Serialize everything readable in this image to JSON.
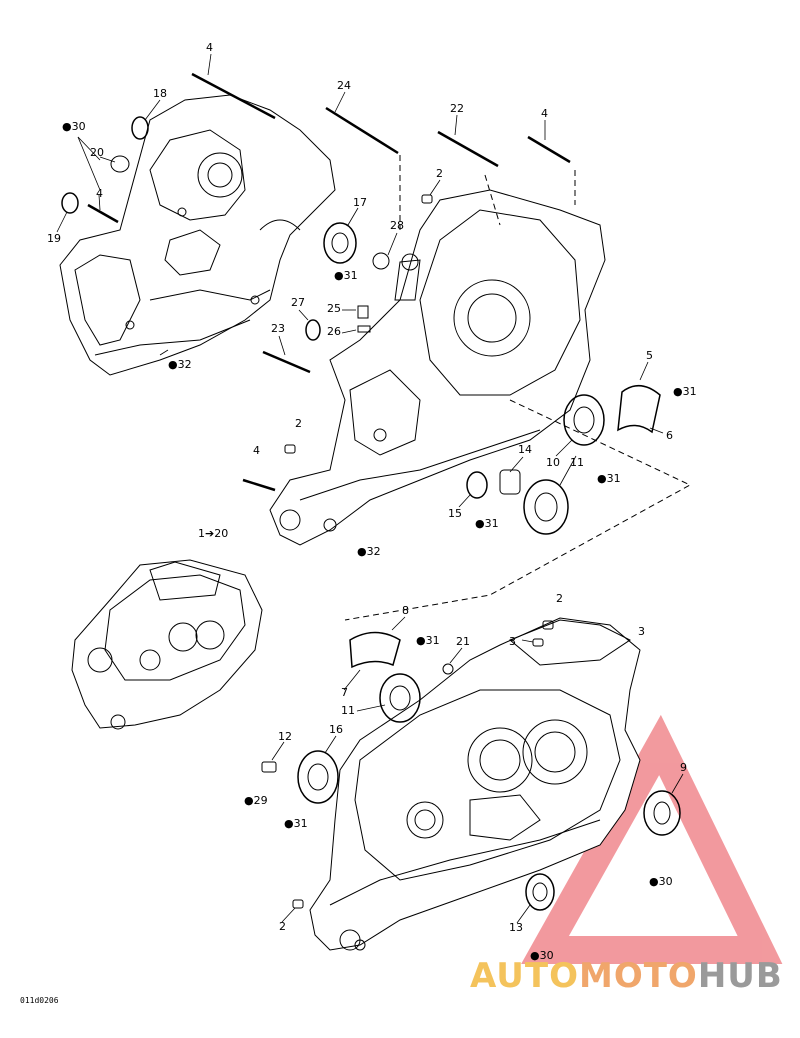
{
  "diagram": {
    "reference_code": "011d0206",
    "callouts": [
      {
        "id": "c4a",
        "text": "4"
      },
      {
        "id": "c18",
        "text": "18"
      },
      {
        "id": "c30a",
        "text": "30"
      },
      {
        "id": "c20a",
        "text": "20"
      },
      {
        "id": "c4b",
        "text": "4"
      },
      {
        "id": "c19",
        "text": "19"
      },
      {
        "id": "c32a",
        "text": "32"
      },
      {
        "id": "c24",
        "text": "24"
      },
      {
        "id": "c22",
        "text": "22"
      },
      {
        "id": "c4c",
        "text": "4"
      },
      {
        "id": "c2a",
        "text": "2"
      },
      {
        "id": "c17",
        "text": "17"
      },
      {
        "id": "c31a",
        "text": "31"
      },
      {
        "id": "c28",
        "text": "28"
      },
      {
        "id": "c27",
        "text": "27"
      },
      {
        "id": "c25",
        "text": "25"
      },
      {
        "id": "c26",
        "text": "26"
      },
      {
        "id": "c23",
        "text": "23"
      },
      {
        "id": "c5",
        "text": "5"
      },
      {
        "id": "c31b",
        "text": "31"
      },
      {
        "id": "c6",
        "text": "6"
      },
      {
        "id": "c2b",
        "text": "2"
      },
      {
        "id": "c4d",
        "text": "4"
      },
      {
        "id": "c14",
        "text": "14"
      },
      {
        "id": "c10",
        "text": "10"
      },
      {
        "id": "c11a",
        "text": "11"
      },
      {
        "id": "c31c",
        "text": "31"
      },
      {
        "id": "c15",
        "text": "15"
      },
      {
        "id": "c31d",
        "text": "31"
      },
      {
        "id": "c32b",
        "text": "32"
      },
      {
        "id": "c1to20",
        "text": "1➔20"
      },
      {
        "id": "c2c",
        "text": "2"
      },
      {
        "id": "c3a",
        "text": "3"
      },
      {
        "id": "c3b",
        "text": "3"
      },
      {
        "id": "c8",
        "text": "8"
      },
      {
        "id": "c31e",
        "text": "31"
      },
      {
        "id": "c21",
        "text": "21"
      },
      {
        "id": "c7",
        "text": "7"
      },
      {
        "id": "c11b",
        "text": "11"
      },
      {
        "id": "c12",
        "text": "12"
      },
      {
        "id": "c16",
        "text": "16"
      },
      {
        "id": "c29",
        "text": "29"
      },
      {
        "id": "c31f",
        "text": "31"
      },
      {
        "id": "c9",
        "text": "9"
      },
      {
        "id": "c30b",
        "text": "30"
      },
      {
        "id": "c13",
        "text": "13"
      },
      {
        "id": "c30c",
        "text": "30"
      },
      {
        "id": "c2d",
        "text": "2"
      }
    ]
  },
  "watermark": {
    "brand_part1": "AUTO",
    "brand_part2": "MOTO",
    "brand_part3": "HUB",
    "colors": {
      "auto": "#f4c35c",
      "moto": "#f0a66b",
      "hub": "#9a9a9a",
      "triangle": "#e8474f"
    }
  }
}
